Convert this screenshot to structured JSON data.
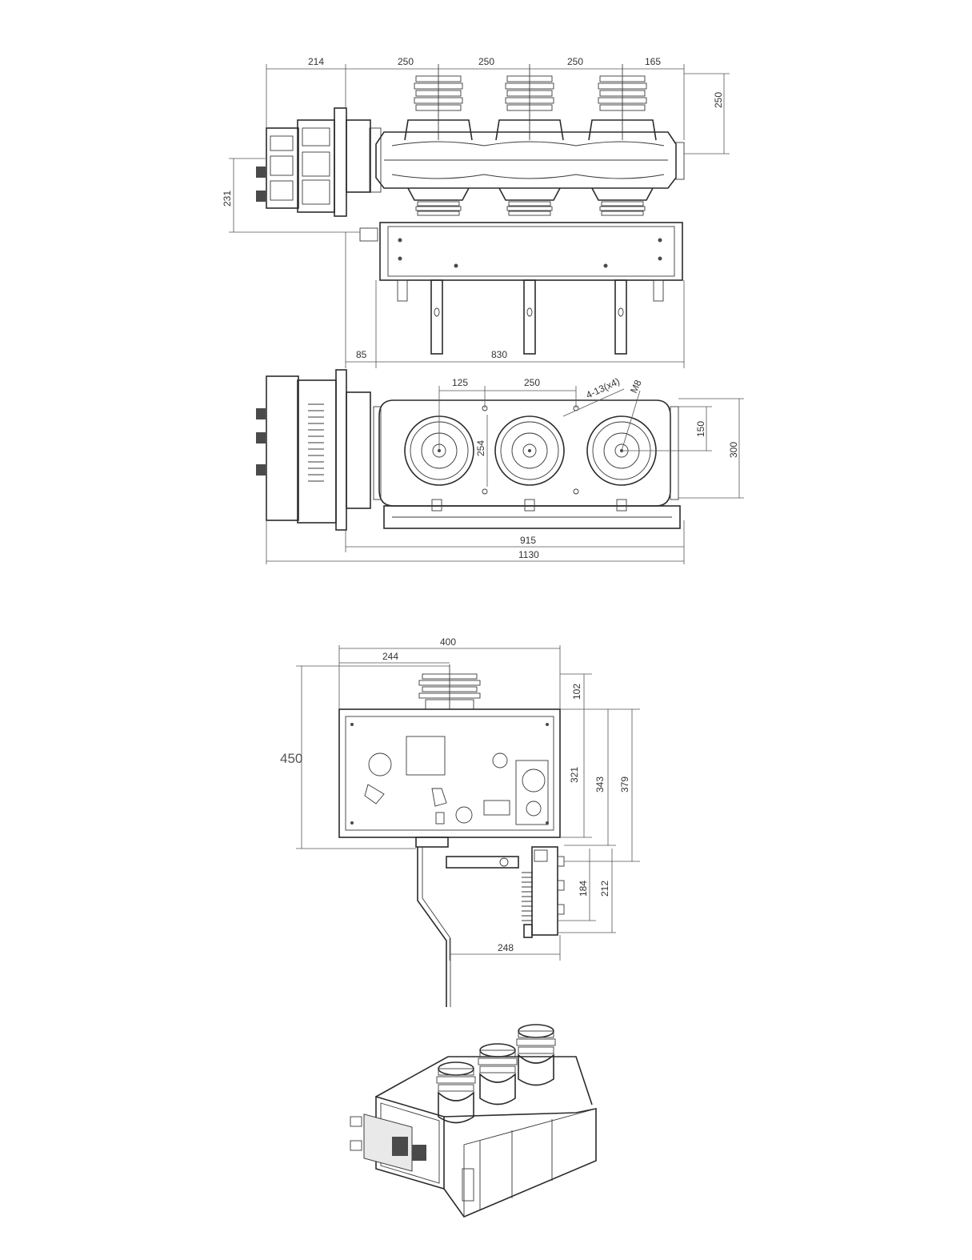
{
  "colors": {
    "line": "#2b2b2b",
    "dimension": "#555555",
    "background": "#ffffff"
  },
  "dimensions": {
    "front_view": {
      "w214": "214",
      "w250a": "250",
      "w250b": "250",
      "w250c": "250",
      "w165": "165",
      "h250": "250",
      "h231": "231",
      "w85": "85",
      "w830": "830"
    },
    "top_view": {
      "w125": "125",
      "w250": "250",
      "hole_note": "4-13(x4)",
      "m8": "M8",
      "h254": "254",
      "h150": "150",
      "h300": "300",
      "w915": "915",
      "w1130": "1130"
    },
    "side_view": {
      "w400": "400",
      "w244": "244",
      "h450": "450",
      "h102": "102",
      "h321": "321",
      "h343": "343",
      "h379": "379",
      "h184": "184",
      "h212": "212",
      "w248": "248"
    }
  }
}
